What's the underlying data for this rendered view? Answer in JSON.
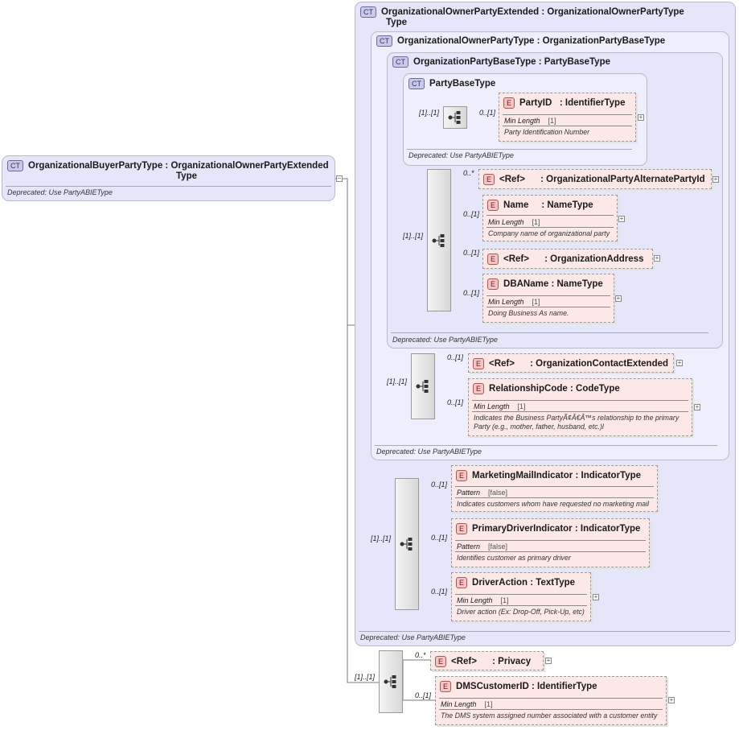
{
  "root": {
    "badge": "CT",
    "title_line1": "OrganizationalBuyerPartyType : OrganizationalOwnerPartyExtended",
    "title_line2": "Type",
    "note": "Deprecated: Use PartyABIEType"
  },
  "ownerExtended": {
    "badge": "CT",
    "title_line1": "OrganizationalOwnerPartyExtended : OrganizationalOwnerPartyType",
    "title_line2": "Type",
    "note": "Deprecated: Use PartyABIEType"
  },
  "ownerParty": {
    "badge": "CT",
    "title": "OrganizationalOwnerPartyType : OrganizationPartyBaseType",
    "note": "Deprecated: Use PartyABIEType"
  },
  "orgPartyBase": {
    "badge": "CT",
    "title": "OrganizationPartyBaseType : PartyBaseType",
    "note": "Deprecated: Use PartyABIEType"
  },
  "partyBase": {
    "badge": "CT",
    "title": "PartyBaseType",
    "note": "Deprecated: Use PartyABIEType"
  },
  "cards": {
    "one_one": "[1]..[1]",
    "zero_one": "0..[1]",
    "zero_many": "0..*"
  },
  "elements": {
    "partyId": {
      "badge": "E",
      "name": "PartyID",
      "type": ": IdentifierType",
      "facet": "Min Length",
      "facet_value": "[1]",
      "doc": "Party Identification Number"
    },
    "altPartyId": {
      "badge": "E",
      "name": "<Ref>",
      "type": ": OrganizationalPartyAlternatePartyId"
    },
    "name": {
      "badge": "E",
      "name": "Name",
      "type": ": NameType",
      "facet": "Min Length",
      "facet_value": "[1]",
      "doc": "Company name of organizational party"
    },
    "orgAddress": {
      "badge": "E",
      "name": "<Ref>",
      "type": ": OrganizationAddress"
    },
    "dbaName": {
      "badge": "E",
      "name": "DBAName",
      "type": ": NameType",
      "facet": "Min Length",
      "facet_value": "[1]",
      "doc": "Doing Business As name."
    },
    "orgContact": {
      "badge": "E",
      "name": "<Ref>",
      "type": ": OrganizationContactExtended"
    },
    "relationshipCode": {
      "badge": "E",
      "name": "RelationshipCode",
      "type": ": CodeType",
      "facet": "Min Length",
      "facet_value": "[1]",
      "doc": "Indicates the Business PartyÃ¢Â€Â™s relationship to the primary Party (e.g., mother, father, husband, etc.)l"
    },
    "marketingMail": {
      "badge": "E",
      "name": "MarketingMailIndicator",
      "type": ": IndicatorType",
      "facet": "Pattern",
      "facet_value": "[false]",
      "doc": "Indicates customers whom have requested no marketing mail"
    },
    "primaryDriver": {
      "badge": "E",
      "name": "PrimaryDriverIndicator",
      "type": ": IndicatorType",
      "facet": "Pattern",
      "facet_value": "[false]",
      "doc": "Identifies customer as primary driver"
    },
    "driverAction": {
      "badge": "E",
      "name": "DriverAction",
      "type": ": TextType",
      "facet": "Min Length",
      "facet_value": "[1]",
      "doc": "Driver action (Ex: Drop-Off, Pick-Up, etc)"
    },
    "privacy": {
      "badge": "E",
      "name": "<Ref>",
      "type": ": Privacy"
    },
    "dmsCustomerId": {
      "badge": "E",
      "name": "DMSCustomerID",
      "type": ": IdentifierType",
      "facet": "Min Length",
      "facet_value": "[1]",
      "doc": "The DMS system assigned number associated with a customer entity"
    }
  },
  "colors": {
    "complex_type_fill": "#e6e6fa",
    "element_fill": "#fde8e8",
    "connector": "#7a7a7a"
  },
  "icons": {
    "complex_type": "ct-badge-icon",
    "element": "element-badge-icon",
    "sequence": "sequence-icon",
    "expand": "expand-plus-icon"
  }
}
